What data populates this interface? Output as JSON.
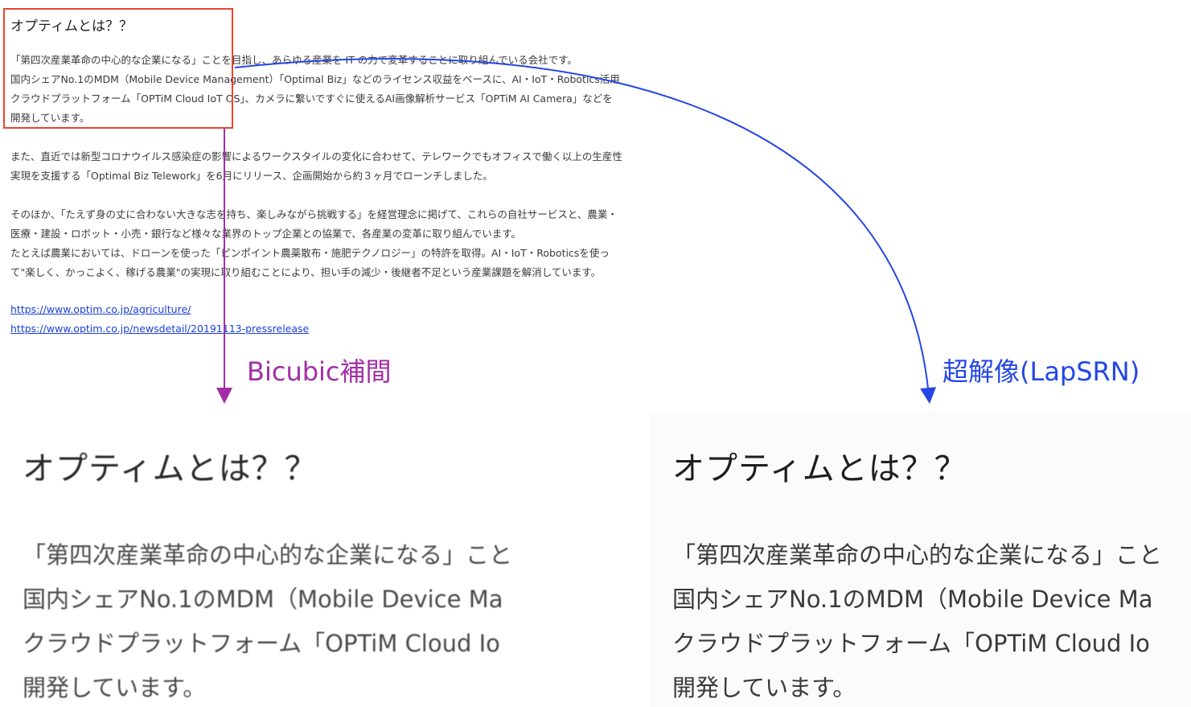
{
  "document": {
    "title": "オプティムとは？？",
    "paragraph1": [
      "「第四次産業革命の中心的な企業になる」ことを目指し、あらゆる産業を IT の力で変革することに取り組んでいる会社です。",
      "国内シェアNo.1のMDM（Mobile Device Management）「Optimal Biz」などのライセンス収益をベースに、AI・IoT・Robotics活用",
      "クラウドプラットフォーム「OPTiM Cloud IoT OS」、カメラに繋いですぐに使えるAI画像解析サービス「OPTiM AI Camera」などを",
      "開発しています。"
    ],
    "paragraph2": [
      "また、直近では新型コロナウイルス感染症の影響によるワークスタイルの変化に合わせて、テレワークでもオフィスで働く以上の生産性",
      "実現を支援する「Optimal Biz Telework」を6月にリリース、企画開始から約３ヶ月でローンチしました。"
    ],
    "paragraph3": [
      "そのほか、「たえず身の丈に合わない大きな志を持ち、楽しみながら挑戦する」を経営理念に掲げて、これらの自社サービスと、農業・",
      "医療・建設・ロボット・小売・銀行など様々な業界のトップ企業との協業で、各産業の変革に取り組んでいます。",
      "たとえば農業においては、ドローンを使った「ピンポイント農薬散布・施肥テクノロジー」の特許を取得。AI・IoT・Roboticsを使っ",
      "て\"楽しく、かっこよく、稼げる農業\"の実現に取り組むことにより、担い手の減少・後継者不足という産業課題を解消しています。"
    ],
    "links": [
      "https://www.optim.co.jp/agriculture/",
      "https://www.optim.co.jp/newsdetail/20191113-pressrelease"
    ]
  },
  "labels": {
    "bicubic": "Bicubic補間",
    "super_resolution": "超解像(LapSRN)"
  },
  "zoom": {
    "left": {
      "title": "オプティムとは？？",
      "lines": [
        "「第四次産業革命の中心的な企業になる」こと",
        "国内シェアNo.1のMDM（Mobile Device Ma",
        "クラウドプラットフォーム「OPTiM Cloud Io",
        "開発しています。"
      ]
    },
    "right": {
      "title": "オプティムとは？？",
      "lines": [
        "「第四次産業革命の中心的な企業になる」こと",
        "国内シェアNo.1のMDM（Mobile Device Ma",
        "クラウドプラットフォーム「OPTiM Cloud Io",
        "開発しています。"
      ]
    }
  },
  "colors": {
    "highlight_box": "#e8452c",
    "bicubic_arrow": "#a12ea6",
    "sr_arrow": "#2446e6",
    "link": "#1a3fd8"
  }
}
